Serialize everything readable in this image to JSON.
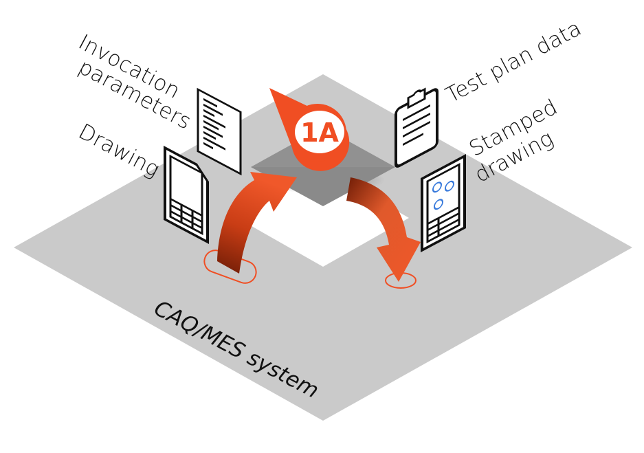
{
  "diagram": {
    "badge": "1A",
    "platform_label": "CAQ/MES system",
    "left_inputs": [
      {
        "label_lines": [
          "Invocation",
          "parameters"
        ],
        "icon": "document-icon"
      },
      {
        "label_lines": [
          "Drawing"
        ],
        "icon": "drawing-icon"
      }
    ],
    "right_outputs": [
      {
        "label_lines": [
          "Test plan data"
        ],
        "icon": "clipboard-icon"
      },
      {
        "label_lines": [
          "Stamped",
          "drawing"
        ],
        "icon": "stamped-drawing-icon"
      }
    ],
    "colors": {
      "accent": "#f04e23",
      "arrow_dark": "#7a2008",
      "platform": "#cccccc",
      "inner_plate": "#8c8c8c"
    }
  }
}
